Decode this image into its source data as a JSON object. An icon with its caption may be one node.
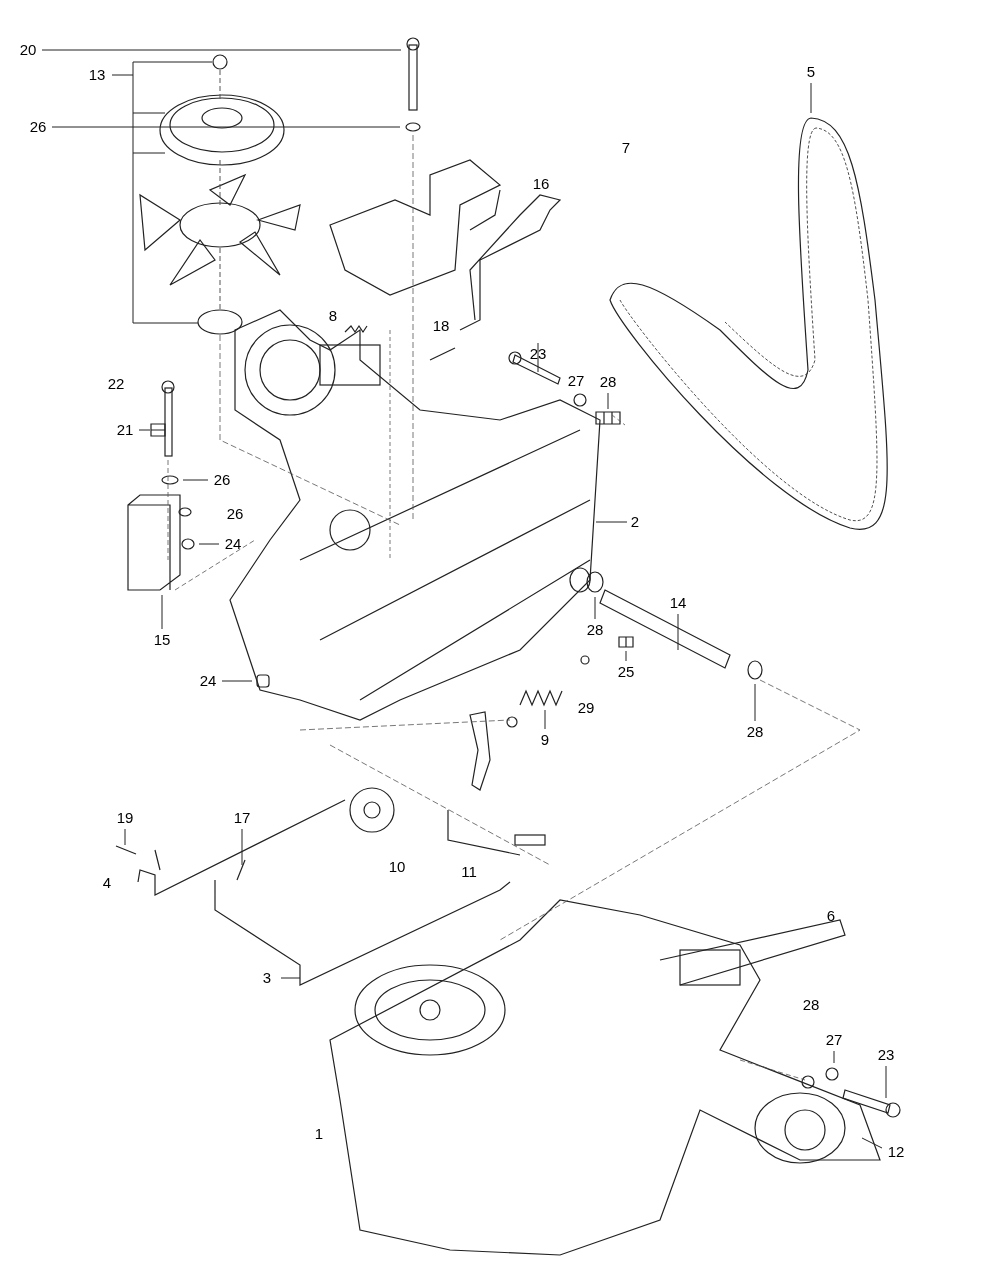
{
  "diagram": {
    "nodes": [
      {
        "text": [
          "13"
        ]
      },
      {
        "text": [
          "20"
        ]
      },
      {
        "text": [
          "26"
        ]
      },
      {
        "text": [
          "5"
        ]
      },
      {
        "text": [
          "21"
        ]
      },
      {
        "text": [
          "26"
        ]
      },
      {
        "text": [
          "24"
        ]
      },
      {
        "text": [
          "15"
        ]
      },
      {
        "text": [
          "23"
        ]
      },
      {
        "text": [
          "28"
        ]
      },
      {
        "text": [
          "2"
        ]
      },
      {
        "text": [
          "28"
        ]
      },
      {
        "text": [
          "14"
        ]
      },
      {
        "text": [
          "24"
        ]
      },
      {
        "text": [
          "25"
        ]
      },
      {
        "text": [
          "9"
        ]
      },
      {
        "text": [
          "28"
        ]
      },
      {
        "text": [
          "19"
        ]
      },
      {
        "text": [
          "17"
        ]
      },
      {
        "text": [
          "3"
        ]
      },
      {
        "text": [
          "27"
        ]
      },
      {
        "text": [
          "23"
        ]
      },
      {
        "text": [
          "12"
        ]
      }
    ],
    "edges": [
      {
        "from": 0,
        "to": null,
        "arrow": "none"
      },
      {
        "from": 1,
        "to": null,
        "arrow": "none"
      },
      {
        "from": 2,
        "to": null,
        "arrow": "none"
      },
      {
        "from": 3,
        "to": null,
        "arrow": "none"
      },
      {
        "from": 4,
        "to": null,
        "arrow": "none"
      },
      {
        "from": 5,
        "to": null,
        "arrow": "none"
      },
      {
        "from": 6,
        "to": null,
        "arrow": "none"
      },
      {
        "from": 7,
        "to": null,
        "arrow": "none"
      },
      {
        "from": 8,
        "to": null,
        "arrow": "none"
      },
      {
        "from": 9,
        "to": null,
        "arrow": "none"
      },
      {
        "from": 10,
        "to": null,
        "arrow": "none"
      },
      {
        "from": 11,
        "to": null,
        "arrow": "none"
      },
      {
        "from": 12,
        "to": null,
        "arrow": "none"
      },
      {
        "from": 13,
        "to": null,
        "arrow": "none"
      },
      {
        "from": 14,
        "to": null,
        "arrow": "none"
      },
      {
        "from": 15,
        "to": null,
        "arrow": "none"
      },
      {
        "from": 16,
        "to": null,
        "arrow": "none"
      },
      {
        "from": 17,
        "to": null,
        "arrow": "none"
      },
      {
        "from": 18,
        "to": null,
        "arrow": "none"
      },
      {
        "from": 19,
        "to": null,
        "arrow": "none"
      },
      {
        "from": 20,
        "to": null,
        "arrow": "none"
      },
      {
        "from": 21,
        "to": null,
        "arrow": "none"
      },
      {
        "from": 22,
        "to": null,
        "arrow": "none"
      }
    ],
    "labels": [
      "7",
      "16",
      "8",
      "18",
      "27",
      "22",
      "26",
      "29",
      "10",
      "11",
      "4",
      "6",
      "28",
      "1"
    ]
  }
}
